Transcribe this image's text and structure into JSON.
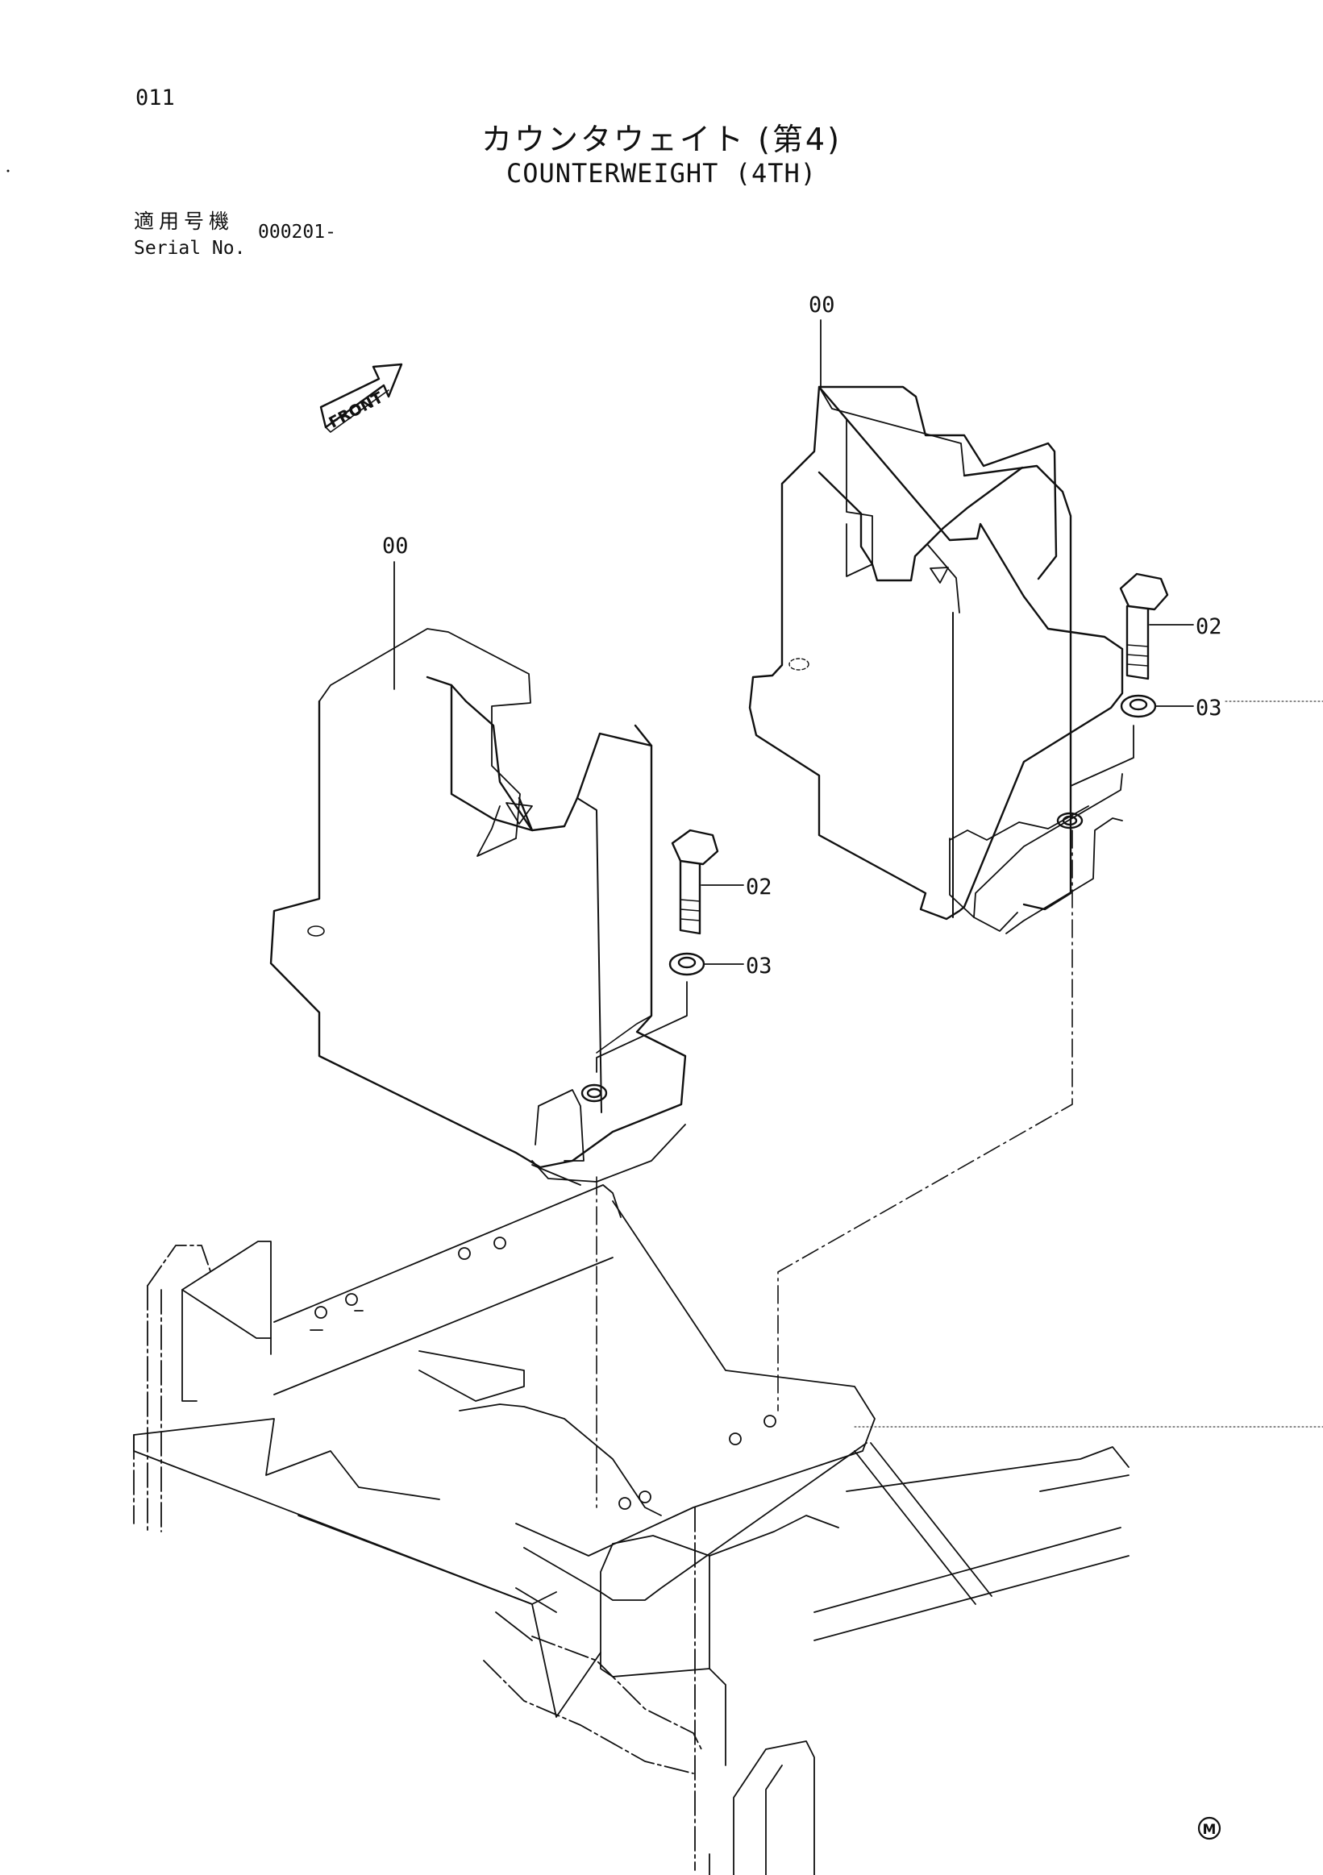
{
  "page": {
    "number": "011",
    "title_jp": "カウンタウェイト (第4)",
    "title_en": "COUNTERWEIGHT (4TH)",
    "serial_label_jp": "適用号機",
    "serial_label_en": "Serial No.",
    "serial_value": "000201-",
    "mark": "M"
  },
  "diagram": {
    "front_label": "FRONT",
    "callouts": {
      "counterweight_right": "00",
      "counterweight_left": "00",
      "bolt_right": "02",
      "washer_right": "03",
      "bolt_left": "02",
      "washer_left": "03"
    },
    "line_color": "#111111"
  }
}
